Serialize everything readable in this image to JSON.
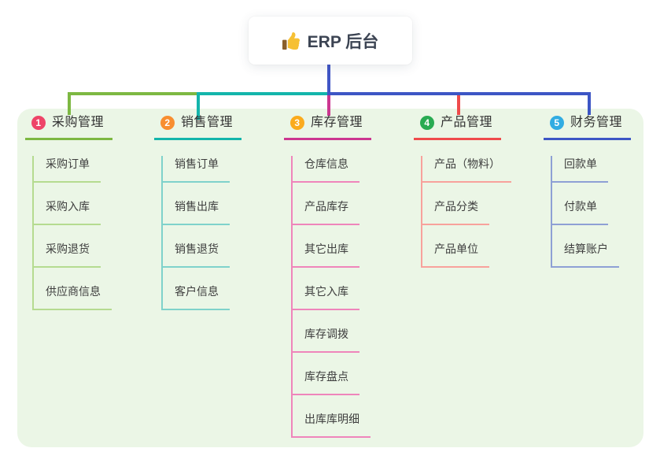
{
  "root": {
    "label": "ERP 后台",
    "icon": "thumbs-up-icon",
    "icon_colors": {
      "hand": "#f6c034",
      "cuff": "#8a5f2b"
    }
  },
  "connector": {
    "root_line_color": "#4156c6"
  },
  "colors": {
    "panel_bg": "#ebf6e6",
    "title_text": "#333333",
    "child_text": "#3e3e3e",
    "root_text": "#3c4453"
  },
  "branches": [
    {
      "index": "1",
      "label": "采购管理",
      "circle_color": "#ee4468",
      "line_color": "#7db842",
      "child_line_color": "#b5db90",
      "children": [
        "采购订单",
        "采购入库",
        "采购退货",
        "供应商信息"
      ]
    },
    {
      "index": "2",
      "label": "销售管理",
      "circle_color": "#f88e30",
      "line_color": "#13b5ab",
      "child_line_color": "#7fd2cb",
      "children": [
        "销售订单",
        "销售出库",
        "销售退货",
        "客户信息"
      ]
    },
    {
      "index": "3",
      "label": "库存管理",
      "circle_color": "#fbab1d",
      "line_color": "#cc3690",
      "child_line_color": "#ef85bb",
      "children": [
        "仓库信息",
        "产品库存",
        "其它出库",
        "其它入库",
        "库存调拨",
        "库存盘点",
        "出库库明细"
      ]
    },
    {
      "index": "4",
      "label": "产品管理",
      "circle_color": "#29ab52",
      "line_color": "#ef4b4b",
      "child_line_color": "#f8a29c",
      "children": [
        "产品（物料）",
        "产品分类",
        "产品单位"
      ]
    },
    {
      "index": "5",
      "label": "财务管理",
      "circle_color": "#31ace2",
      "line_color": "#3d56c5",
      "child_line_color": "#8ea0d5",
      "children": [
        "回款单",
        "付款单",
        "结算账户"
      ]
    }
  ]
}
